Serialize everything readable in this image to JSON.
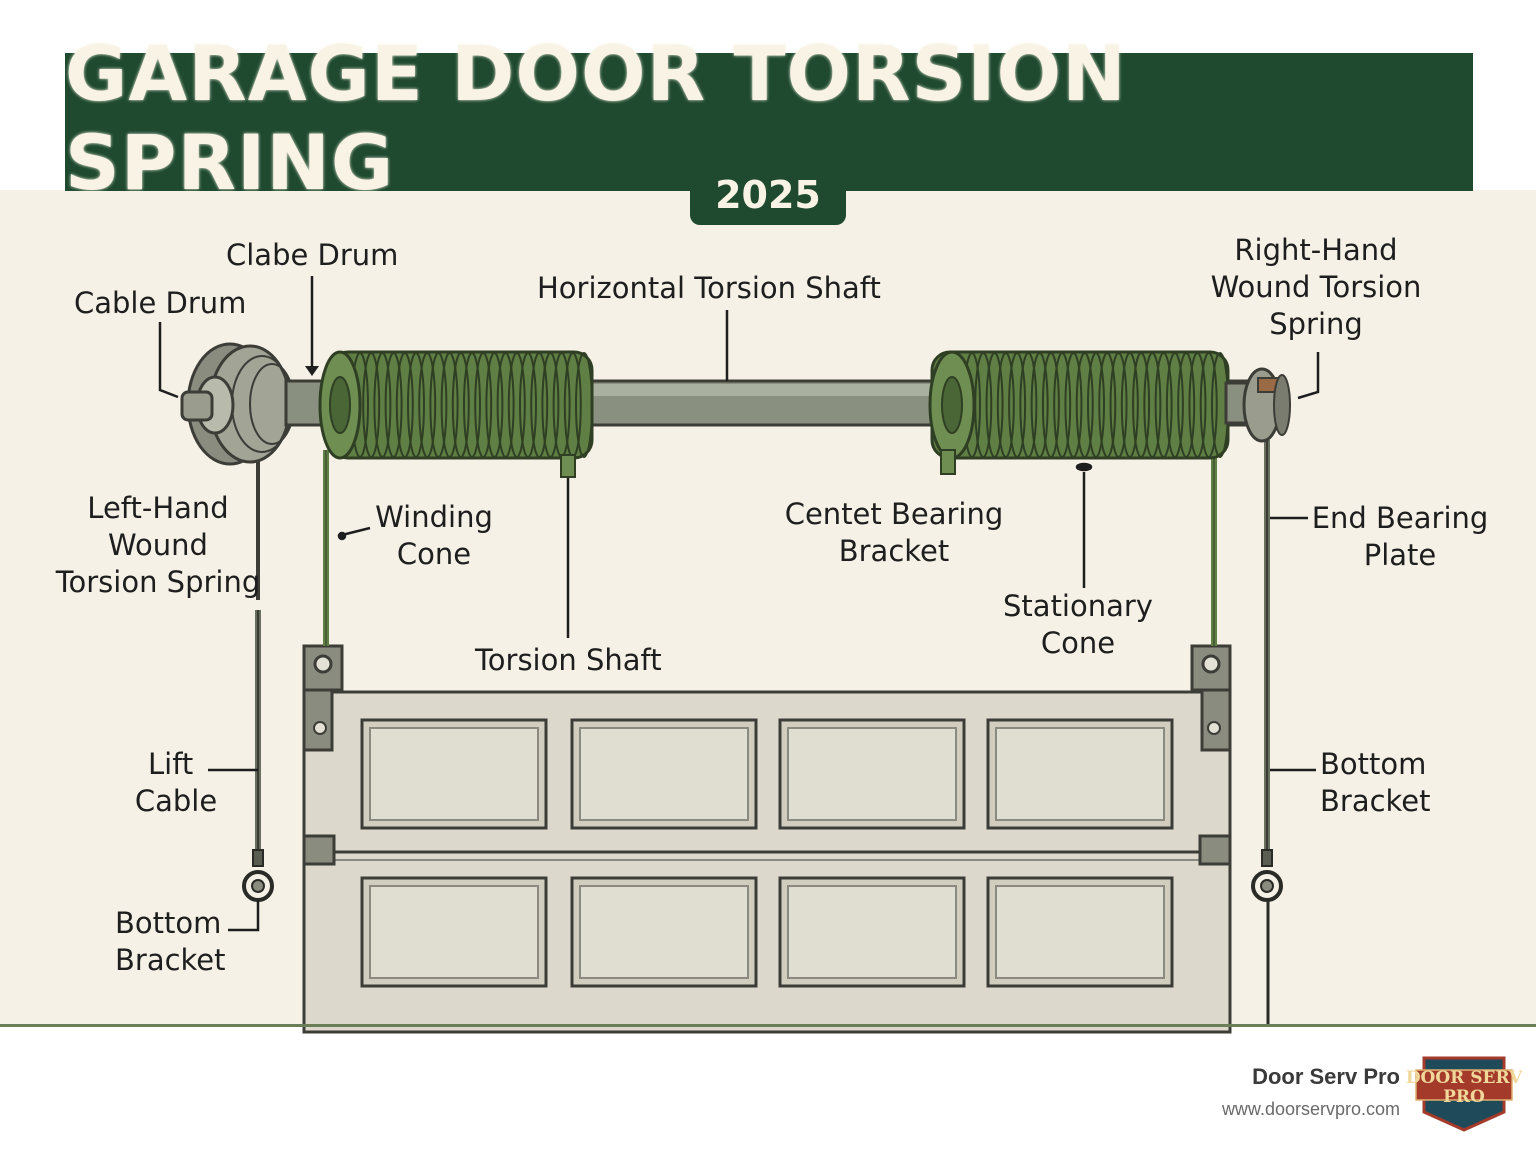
{
  "header": {
    "title": "GARAGE DOOR TORSION SPRING",
    "year": "2025"
  },
  "labels": {
    "clabe_drum": "Clabe Drum",
    "cable_drum": "Cable Drum",
    "horizontal_torsion_shaft": "Horizontal Torsion Shaft",
    "right_hand_spring": [
      "Right-Hand",
      "Wound Torsion",
      "Spring"
    ],
    "left_hand_spring": [
      "Left-Hand",
      "Wound",
      "Torsion Spring"
    ],
    "winding_cone": [
      "Winding",
      "Cone"
    ],
    "center_bearing_bracket": [
      "Centet Bearing",
      "Bracket"
    ],
    "end_bearing_plate": [
      "End Bearing",
      "Plate"
    ],
    "stationary_cone": [
      "Stationary",
      "Cone"
    ],
    "torsion_shaft": "Torsion Shaft",
    "lift_cable": [
      "Lift",
      "Cable"
    ],
    "bottom_bracket_left": [
      "Bottom",
      "Bracket"
    ],
    "bottom_bracket_right": [
      "Bottom",
      "Bracket"
    ]
  },
  "footer": {
    "brand_name": "Door Serv Pro",
    "brand_url": "www.doorservpro.com",
    "logo_text": [
      "DOOR SERV",
      "PRO"
    ]
  },
  "colors": {
    "banner": "#1f4a30",
    "spring": "#5f7f44",
    "shaft": "#8a9080",
    "door": "#dcd8cb",
    "background": "#f5f1e6"
  }
}
